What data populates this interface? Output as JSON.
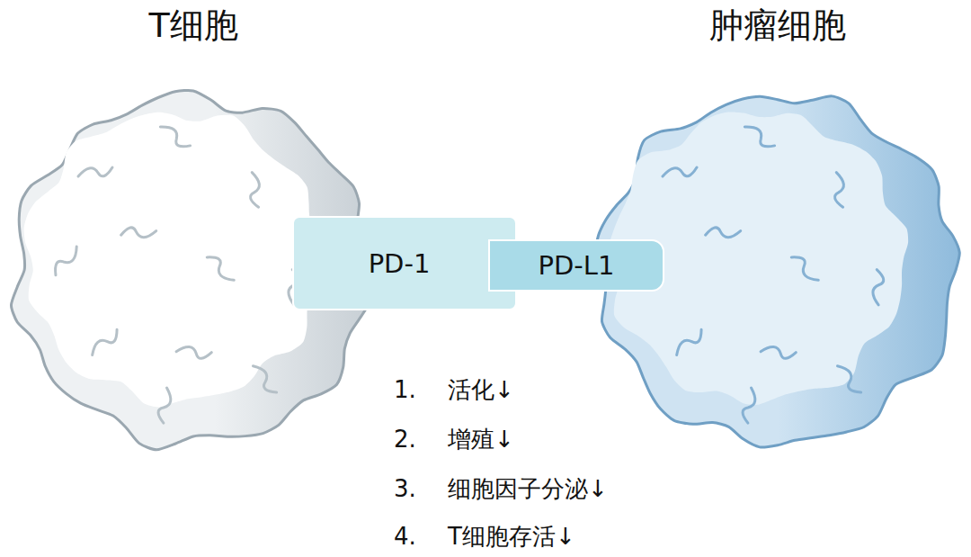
{
  "diagram": {
    "nodes": [
      {
        "text": [
          "T细胞"
        ]
      },
      {
        "text": [
          "肿瘤细胞"
        ]
      },
      {
        "text": [
          "PD-1"
        ]
      },
      {
        "text": [
          "PD-L1"
        ]
      }
    ],
    "labels": [
      "1.",
      "活化↓",
      "2.",
      "增殖↓",
      "3.",
      "细胞因子分泌↓",
      "4.",
      "T细胞存活↓"
    ]
  }
}
